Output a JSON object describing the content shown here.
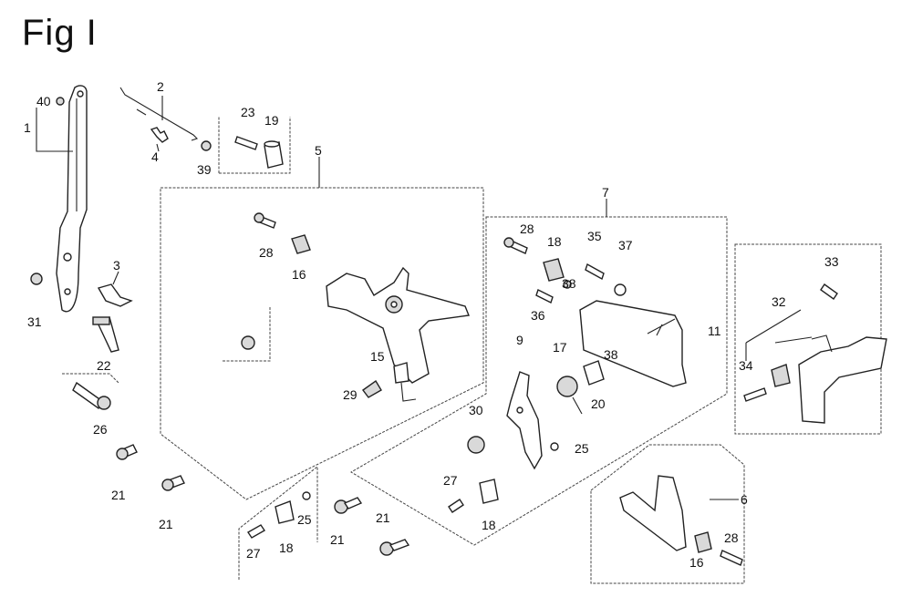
{
  "figure": {
    "title": "Fig I"
  },
  "callouts": [
    {
      "id": "c40",
      "text": "40"
    },
    {
      "id": "c1",
      "text": "1"
    },
    {
      "id": "c2",
      "text": "2"
    },
    {
      "id": "c4",
      "text": "4"
    },
    {
      "id": "c39",
      "text": "39"
    },
    {
      "id": "c23",
      "text": "23"
    },
    {
      "id": "c19",
      "text": "19"
    },
    {
      "id": "c5",
      "text": "5"
    },
    {
      "id": "c7",
      "text": "7"
    },
    {
      "id": "c28a",
      "text": "28"
    },
    {
      "id": "c16a",
      "text": "16"
    },
    {
      "id": "c3",
      "text": "3"
    },
    {
      "id": "c31",
      "text": "31"
    },
    {
      "id": "c22",
      "text": "22"
    },
    {
      "id": "c26",
      "text": "26"
    },
    {
      "id": "c21a",
      "text": "21"
    },
    {
      "id": "c21b",
      "text": "21"
    },
    {
      "id": "c15",
      "text": "15"
    },
    {
      "id": "c29",
      "text": "29"
    },
    {
      "id": "c28b",
      "text": "28"
    },
    {
      "id": "c18a",
      "text": "18"
    },
    {
      "id": "c35",
      "text": "35"
    },
    {
      "id": "c37",
      "text": "37"
    },
    {
      "id": "c38a",
      "text": "38"
    },
    {
      "id": "c36",
      "text": "36"
    },
    {
      "id": "c38b",
      "text": "38"
    },
    {
      "id": "c11",
      "text": "11"
    },
    {
      "id": "c9",
      "text": "9"
    },
    {
      "id": "c17",
      "text": "17"
    },
    {
      "id": "c20",
      "text": "20"
    },
    {
      "id": "c30",
      "text": "30"
    },
    {
      "id": "c25a",
      "text": "25"
    },
    {
      "id": "c27a",
      "text": "27"
    },
    {
      "id": "c18b",
      "text": "18"
    },
    {
      "id": "c33",
      "text": "33"
    },
    {
      "id": "c32",
      "text": "32"
    },
    {
      "id": "c34",
      "text": "34"
    },
    {
      "id": "c6",
      "text": "6"
    },
    {
      "id": "c28c",
      "text": "28"
    },
    {
      "id": "c16b",
      "text": "16"
    },
    {
      "id": "c27b",
      "text": "27"
    },
    {
      "id": "c18c",
      "text": "18"
    },
    {
      "id": "c25b",
      "text": "25"
    },
    {
      "id": "c21c",
      "text": "21"
    },
    {
      "id": "c21d",
      "text": "21"
    }
  ]
}
